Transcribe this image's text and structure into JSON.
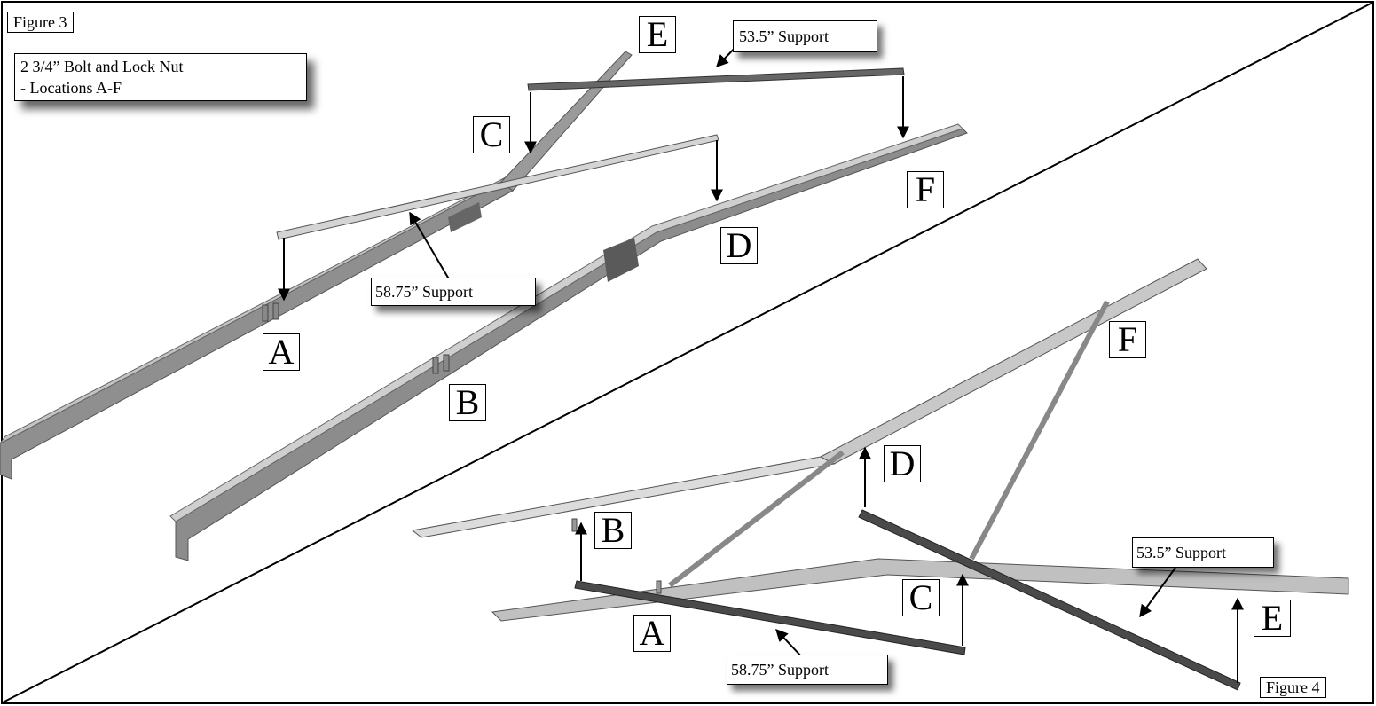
{
  "figure3": {
    "label": "Figure 3",
    "note_line1": "2 3/4” Bolt and Lock Nut",
    "note_line2": "- Locations A-F",
    "support_long": "58.75” Support",
    "support_short": "53.5” Support",
    "letters": {
      "a": "A",
      "b": "B",
      "c": "C",
      "d": "D",
      "e": "E",
      "f": "F"
    }
  },
  "figure4": {
    "label": "Figure 4",
    "support_long": "58.75” Support",
    "support_short": "53.5” Support",
    "letters": {
      "a": "A",
      "b": "B",
      "c": "C",
      "d": "D",
      "e": "E",
      "f": "F"
    }
  }
}
